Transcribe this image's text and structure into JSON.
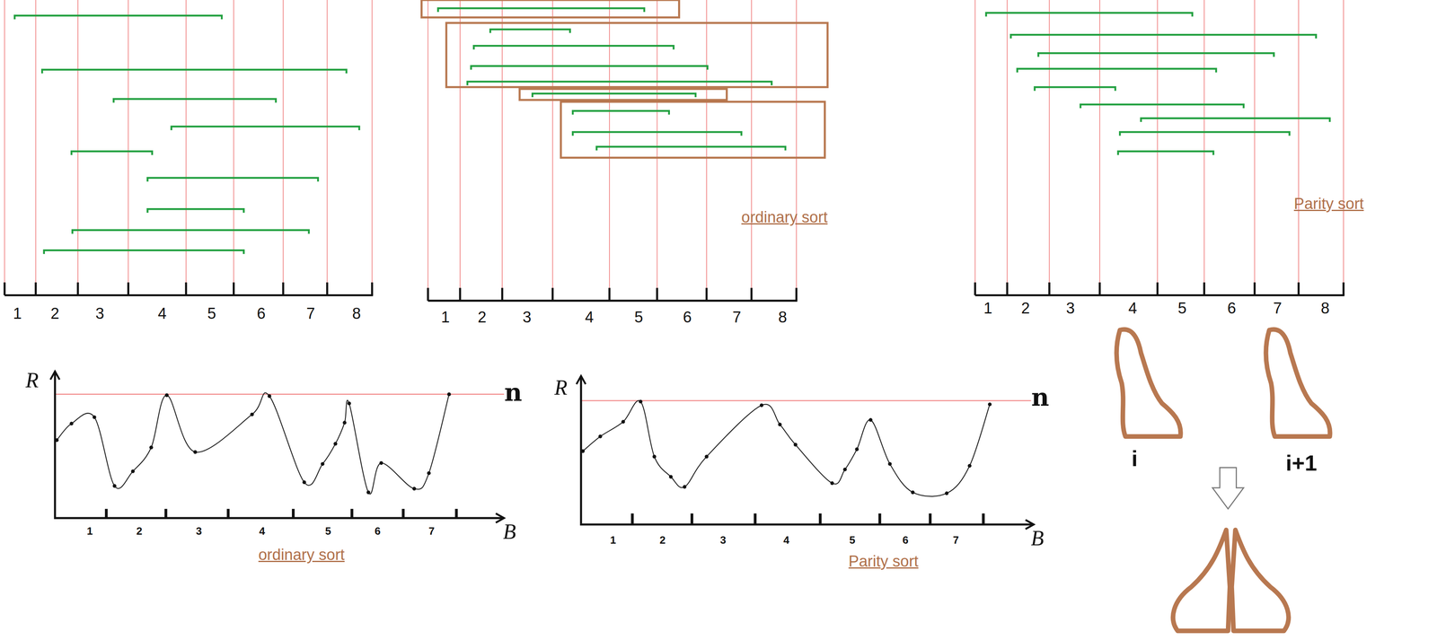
{
  "diagram": {
    "labels": [
      "1",
      "2",
      "3",
      "4",
      "5",
      "6",
      "7",
      "8",
      "1",
      "2",
      "3",
      "4",
      "5",
      "6",
      "7",
      "8",
      "ordinary sort",
      "1",
      "2",
      "3",
      "4",
      "5",
      "6",
      "7",
      "8",
      "Parity sort",
      "i",
      "i+1",
      "R",
      "n",
      "1",
      "2",
      "3",
      "4",
      "5",
      "6",
      "7",
      "B",
      "ordinary sort",
      "R",
      "n",
      "1",
      "2",
      "3",
      "4",
      "5",
      "6",
      "7",
      "B",
      "Parity sort"
    ]
  }
}
